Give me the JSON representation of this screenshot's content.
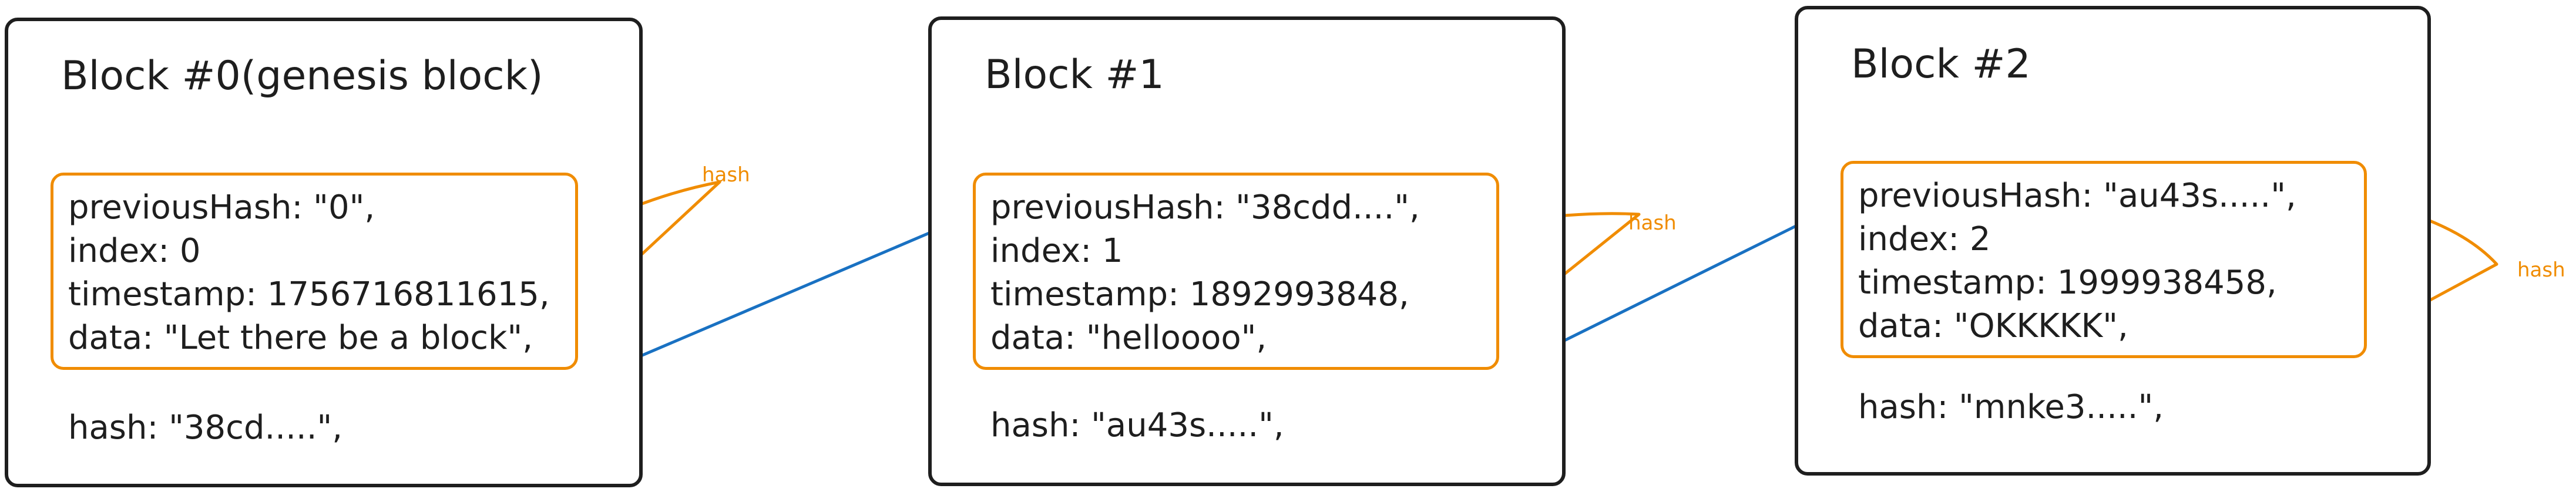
{
  "colors": {
    "stroke": "#1e1e1e",
    "highlight": "#f08c00",
    "link": "#1971c2"
  },
  "blocks": [
    {
      "title": "Block #0(genesis block)",
      "fields": [
        "previousHash: \"0\",",
        "index: 0",
        "timestamp: 1756716811615,",
        "data: \"Let there be a block\","
      ],
      "hash": "hash: \"38cd.....\",",
      "hash_label": "hash"
    },
    {
      "title": "Block #1",
      "fields": [
        "previousHash: \"38cdd....\",",
        "index: 1",
        "timestamp: 1892993848,",
        "data: \"helloooo\","
      ],
      "hash": "hash: \"au43s.....\",",
      "hash_label": "hash"
    },
    {
      "title": "Block #2",
      "fields": [
        "previousHash: \"au43s.....\",",
        "index: 2",
        "timestamp: 1999938458,",
        "data: \"OKKKKK\","
      ],
      "hash": "hash: \"mnke3.....\",",
      "hash_label": "hash"
    }
  ]
}
